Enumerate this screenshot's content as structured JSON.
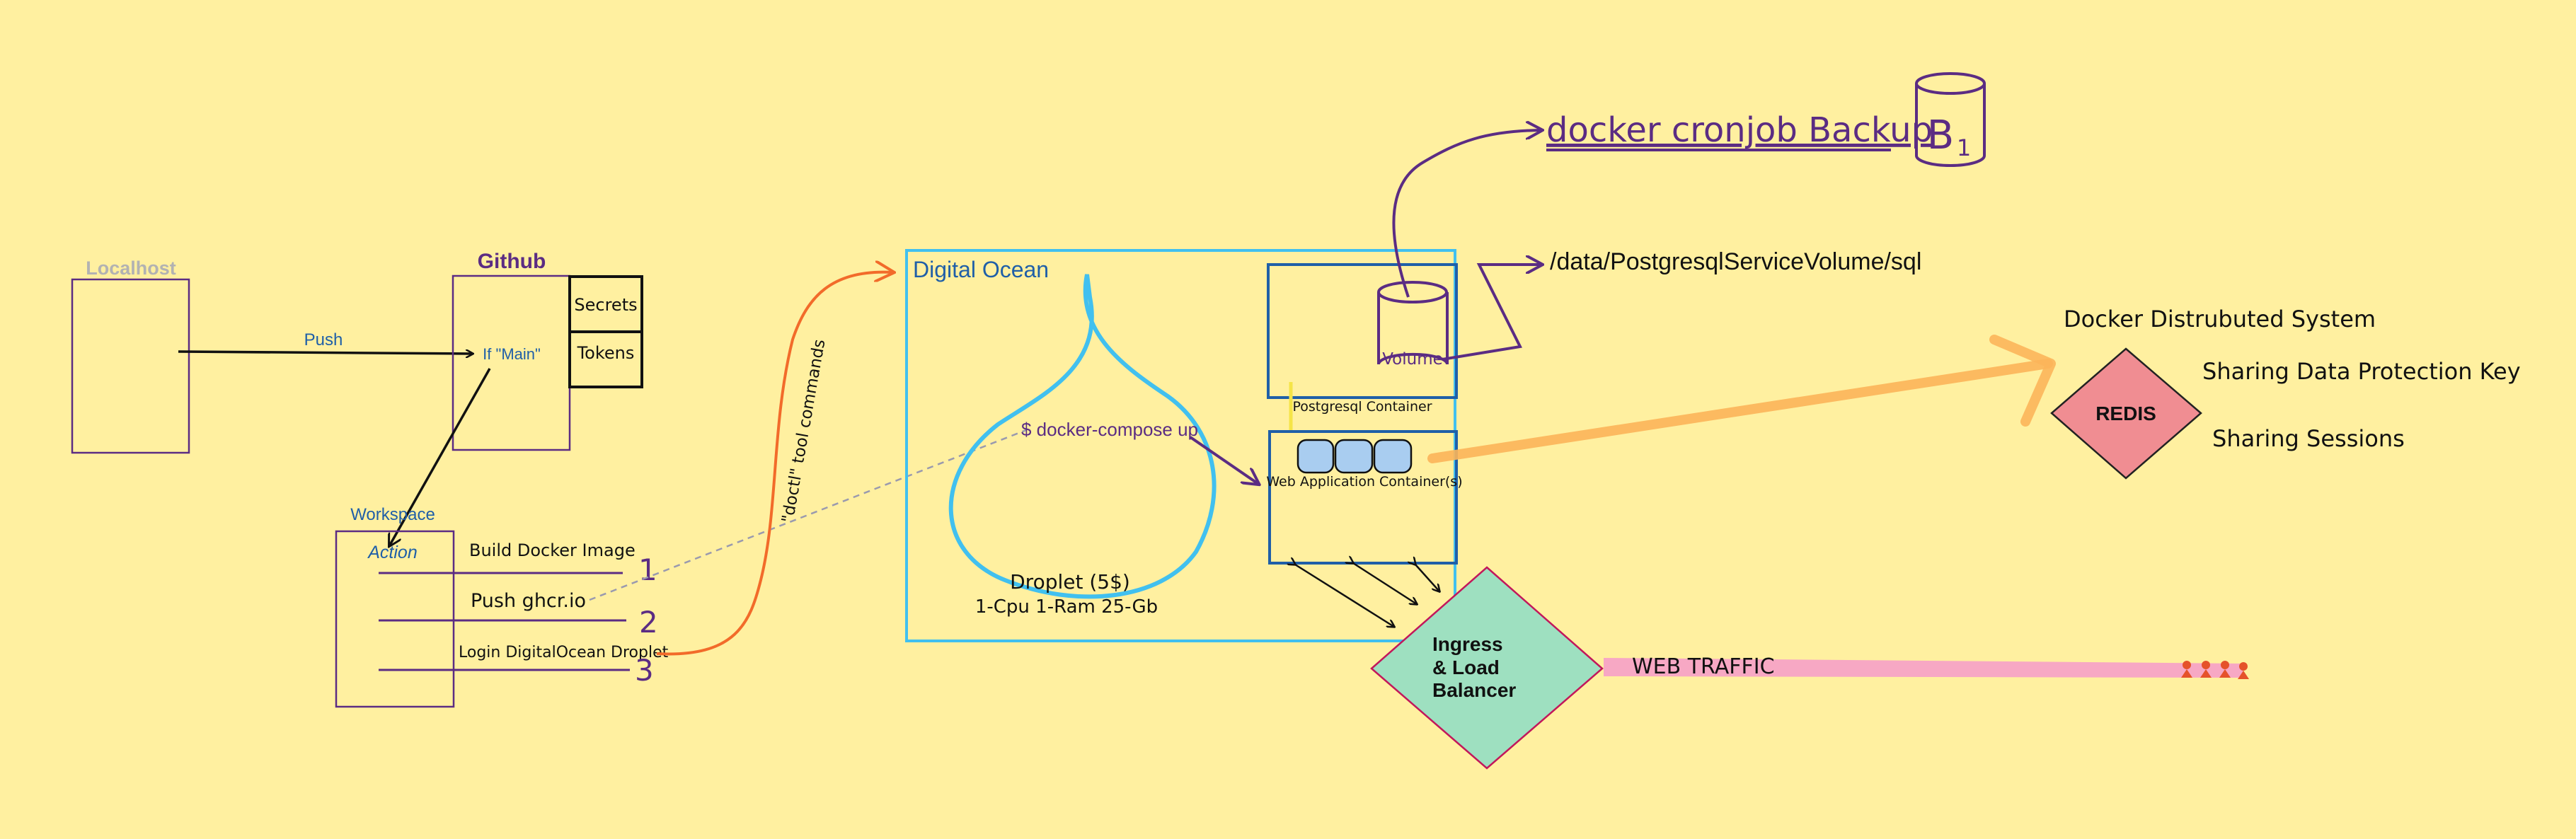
{
  "localhost": {
    "label": "Localhost"
  },
  "github": {
    "label": "Github",
    "condition": "If \"Main\"",
    "secrets": "Secrets",
    "tokens": "Tokens"
  },
  "push": {
    "label": "Push"
  },
  "workspace": {
    "label": "Workspace",
    "action": "Action",
    "steps": [
      {
        "label": "Build Docker Image",
        "num": "1"
      },
      {
        "label": "Push ghcr.io",
        "num": "2"
      },
      {
        "label": "Login DigitalOcean Droplet",
        "num": "3"
      }
    ]
  },
  "doctl": {
    "label": "\"doctl\" tool commands"
  },
  "digital_ocean": {
    "label": "Digital Ocean",
    "compose": "$ docker-compose  up",
    "droplet": "Droplet (5$)",
    "droplet_spec": "1-Cpu 1-Ram 25-Gb"
  },
  "postgres": {
    "label": "Postgresql Container",
    "volume": "Volume",
    "path": "/data/PostgresqlServiceVolume/sql"
  },
  "backup": {
    "label": "docker cronjob Backup",
    "bucket": "B",
    "bucket_sub": "1"
  },
  "webapp": {
    "label": "Web Application Container(s)"
  },
  "ingress": {
    "line1": "Ingress",
    "line2": "& Load",
    "line3": "Balancer"
  },
  "traffic": {
    "label": "WEB TRAFFIC"
  },
  "redis": {
    "label": "REDIS",
    "title": "Docker Distrubuted System",
    "note1": "Sharing Data Protection Key",
    "note2": "Sharing Sessions"
  },
  "colors": {
    "background": "#fff0a0",
    "purple": "#5b2c83",
    "blue": "#41c0ef",
    "navy": "#1f5fa8",
    "orange": "#f26b2a",
    "redis": "#f08d92",
    "ingress": "#9ee0c0",
    "traffic": "#f7a8c4"
  }
}
